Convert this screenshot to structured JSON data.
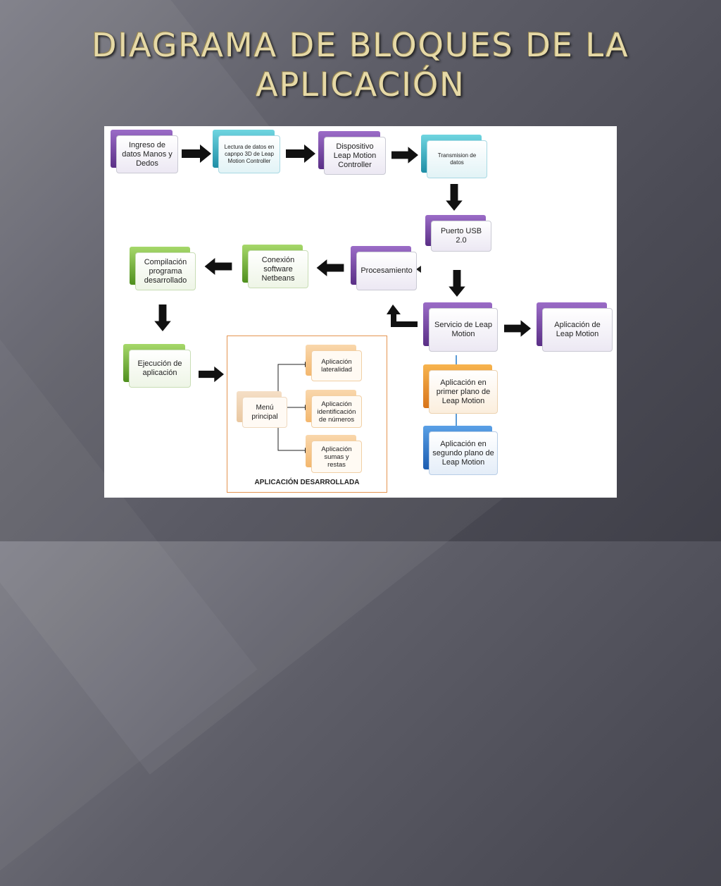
{
  "slide": {
    "title_line1": "DIAGRAMA DE BLOQUES DE LA",
    "title_line2": "APLICACIÓN"
  },
  "diagram": {
    "blocks": {
      "ingreso": "Ingreso de datos Manos y Dedos",
      "lectura": "Lectura de datos en capnpo 3D de Leap Motion Controller",
      "dispositivo": "Dispositivo Leap Motion Controller",
      "transmision": "Transmision de datos",
      "puerto": "Puerto USB 2.0",
      "procesamiento": "Procesamiento",
      "conexion": "Conexión software Netbeans",
      "compilacion": "Compilación programa desarrollado",
      "ejecucion": "Ejecución de aplicación",
      "servicio": "Servicio de Leap Motion",
      "aplicacion_leap": "Aplicación de Leap Motion",
      "primer_plano": "Aplicación en primer plano de Leap Motion",
      "segundo_plano": "Aplicación en segundo plano de Leap Motion"
    },
    "group": {
      "menu": "Menú principal",
      "lateralidad": "Aplicación lateralidad",
      "identificacion": "Aplicación identificación de números",
      "sumas": "Aplicación sumas y restas",
      "label": "APLICACIÓN DESARROLLADA"
    }
  }
}
